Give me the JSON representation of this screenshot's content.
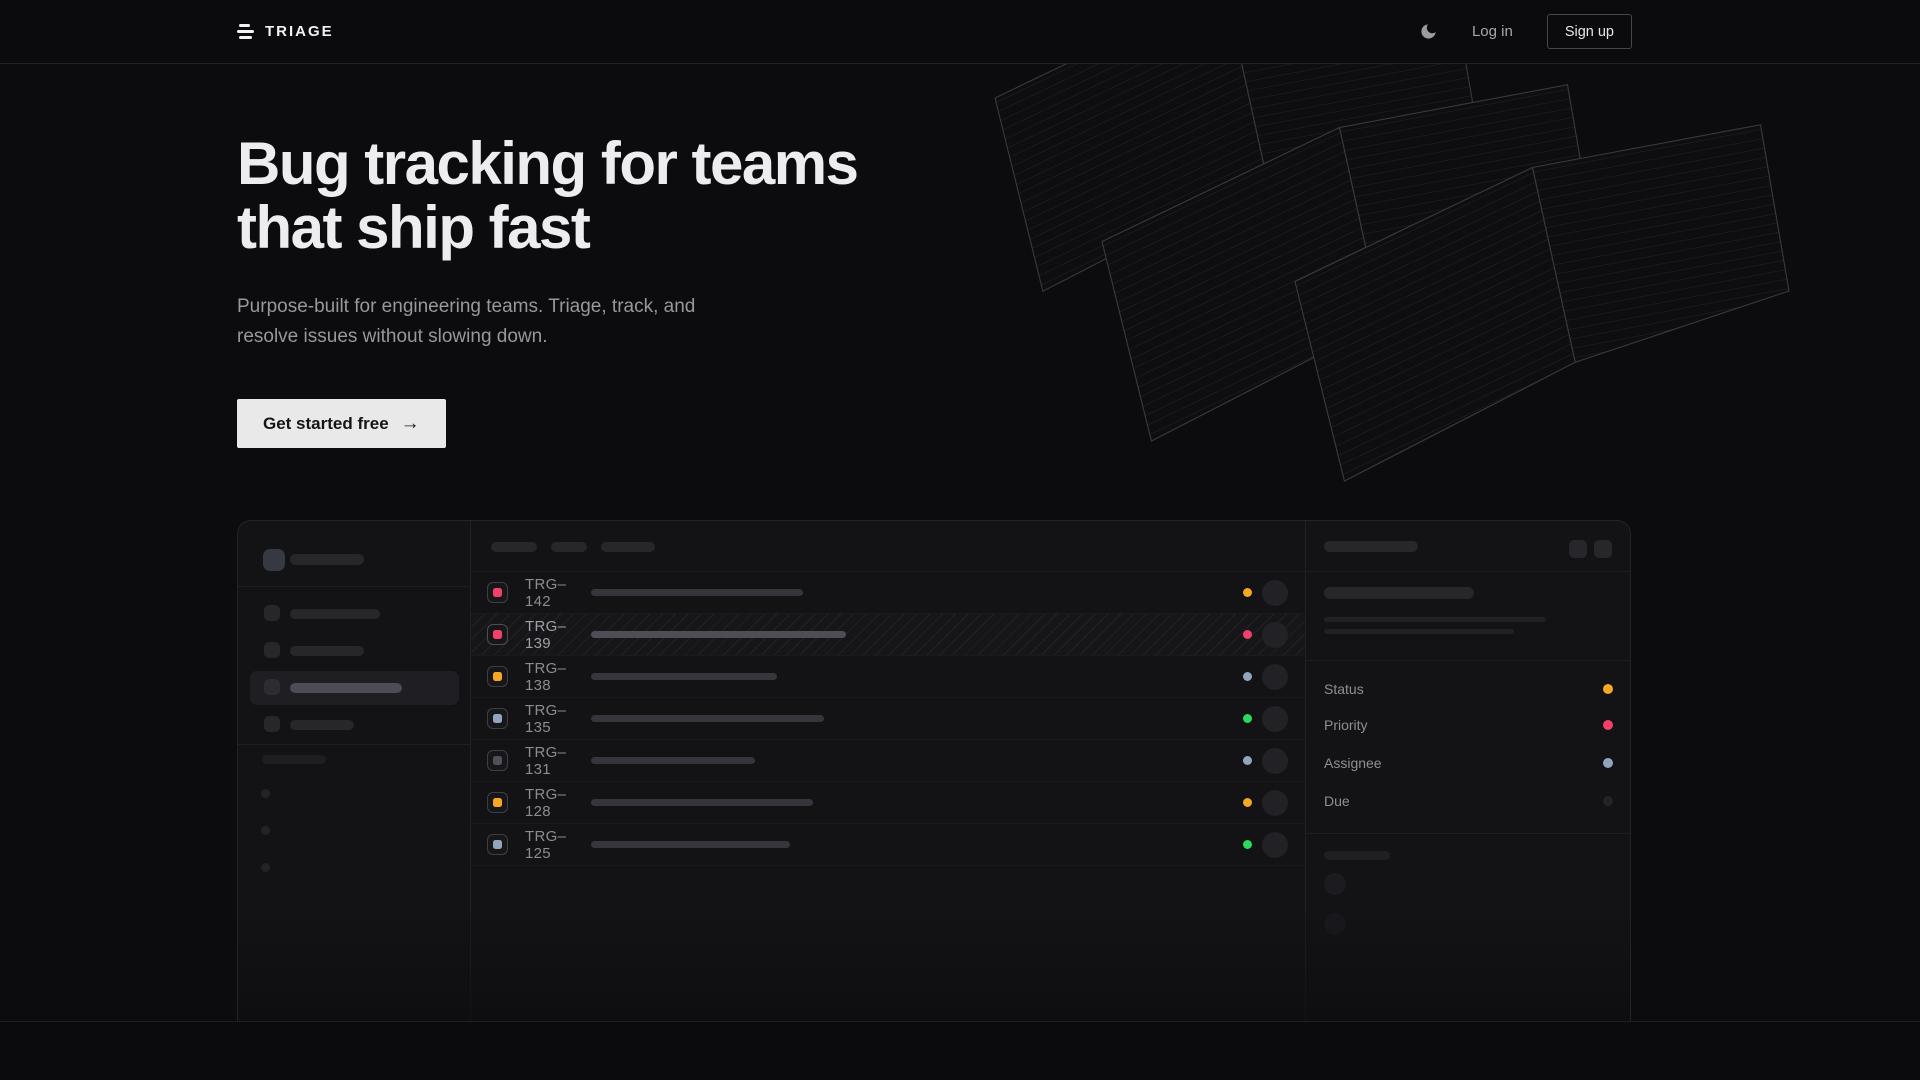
{
  "nav": {
    "brand": "TRIAGE",
    "login_label": "Log in",
    "signup_label": "Sign up"
  },
  "hero": {
    "title_line1": "Bug tracking for teams",
    "title_line2": "that ship fast",
    "subtitle": "Purpose-built for engineering teams. Triage, track, and resolve issues without slowing down.",
    "cta_label": "Get started free",
    "cta_arrow": "→"
  },
  "colors": {
    "amber": "#f6a723",
    "pink": "#f2406b",
    "green": "#2bd95e",
    "blue": "#93a5bd",
    "gray": "#505158",
    "dim": "#232329"
  },
  "mockup": {
    "issues": [
      {
        "id": "TRG–142",
        "icon": "pink",
        "dot": "amber",
        "bar": 212,
        "selected": false
      },
      {
        "id": "TRG–139",
        "icon": "pink",
        "dot": "pink",
        "bar": 255,
        "selected": true
      },
      {
        "id": "TRG–138",
        "icon": "amber",
        "dot": "blue",
        "bar": 186,
        "selected": false
      },
      {
        "id": "TRG–135",
        "icon": "blue",
        "dot": "green",
        "bar": 233,
        "selected": false
      },
      {
        "id": "TRG–131",
        "icon": "gray",
        "dot": "blue",
        "bar": 164,
        "selected": false
      },
      {
        "id": "TRG–128",
        "icon": "amber",
        "dot": "amber",
        "bar": 222,
        "selected": false
      },
      {
        "id": "TRG–125",
        "icon": "blue",
        "dot": "green",
        "bar": 199,
        "selected": false
      }
    ],
    "panel_fields": [
      {
        "label": "Status",
        "dot": "amber"
      },
      {
        "label": "Priority",
        "dot": "pink"
      },
      {
        "label": "Assignee",
        "dot": "blue"
      },
      {
        "label": "Due",
        "dot": "dim"
      }
    ]
  }
}
